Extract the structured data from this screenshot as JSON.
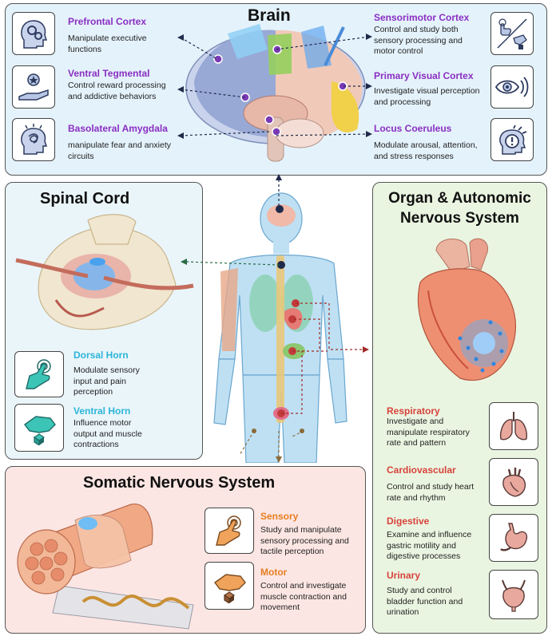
{
  "brain": {
    "title": "Brain",
    "items": [
      {
        "label": "Prefrontal Cortex",
        "desc": "Manipulate executive functions"
      },
      {
        "label": "Ventral Tegmental",
        "desc": "Control reward processing and addictive behaviors"
      },
      {
        "label": "Basolateral Amygdala",
        "desc": "manipulate fear and anxiety circuits"
      },
      {
        "label": "Sensorimotor Cortex",
        "desc": "Control and study both sensory processing and motor control"
      },
      {
        "label": "Primary Visual Cortex",
        "desc": "Investigate visual perception and processing"
      },
      {
        "label": "Locus Coeruleus",
        "desc": "Modulate arousal, attention, and stress responses"
      }
    ]
  },
  "spinal": {
    "title": "Spinal Cord",
    "items": [
      {
        "label": "Dorsal Horn",
        "desc": "Modulate sensory input and pain perception"
      },
      {
        "label": "Ventral Horn",
        "desc": "Influence motor output and muscle contractions"
      }
    ]
  },
  "organ": {
    "title": "Organ & Autonomic Nervous System",
    "items": [
      {
        "label": "Respiratory",
        "desc": "Investigate and manipulate respiratory rate and pattern"
      },
      {
        "label": "Cardiovascular",
        "desc": "Control and study heart rate and rhythm"
      },
      {
        "label": "Digestive",
        "desc": "Examine and influence gastric motility and digestive processes"
      },
      {
        "label": "Urinary",
        "desc": "Study and control bladder function and urination"
      }
    ]
  },
  "somatic": {
    "title": "Somatic Nervous System",
    "items": [
      {
        "label": "Sensory",
        "desc": "Study and manipulate sensory processing and tactile perception"
      },
      {
        "label": "Motor",
        "desc": "Control and investigate muscle contraction and movement"
      }
    ]
  },
  "colors": {
    "brain_label": "#8a2fc2",
    "spinal_label": "#2cb5d8",
    "somatic_label": "#e67e22",
    "organ_label": "#d7433b",
    "brain_bg": "#e4f2fb",
    "spinal_bg": "#eaf5fa",
    "organ_bg": "#eaf5e1",
    "somatic_bg": "#fce6e3"
  },
  "icons": [
    "gears-head-icon",
    "reward-hand-icon",
    "tangled-thought-icon",
    "touch-manipulate-icon",
    "eye-waves-icon",
    "alert-head-icon",
    "tap-finger-icon",
    "grab-cube-icon",
    "lungs-icon",
    "heart-icon",
    "stomach-icon",
    "bladder-icon"
  ]
}
